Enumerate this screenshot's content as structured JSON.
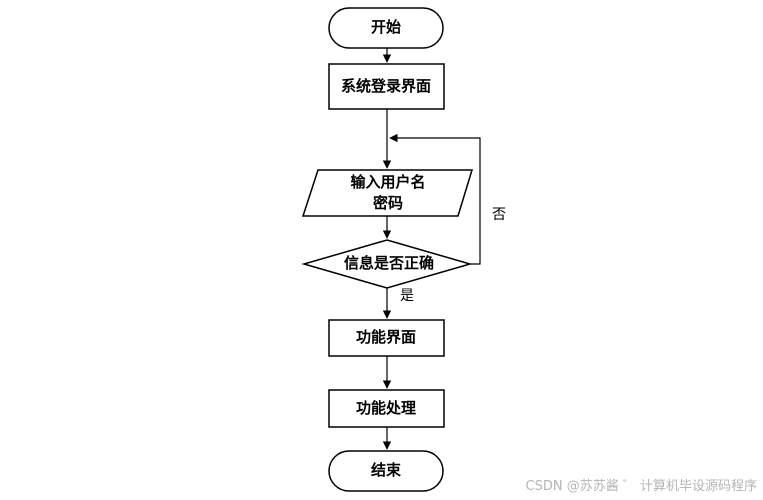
{
  "nodes": {
    "start": "开始",
    "login": "系统登录界面",
    "input_line1": "输入用户名",
    "input_line2": "密码",
    "check": "信息是否正确",
    "function_ui": "功能界面",
    "function_process": "功能处理",
    "end": "结束"
  },
  "edges": {
    "no_label": "否",
    "yes_label": "是"
  },
  "watermark": "CSDN @苏苏酱 ゛ 计算机毕设源码程序"
}
